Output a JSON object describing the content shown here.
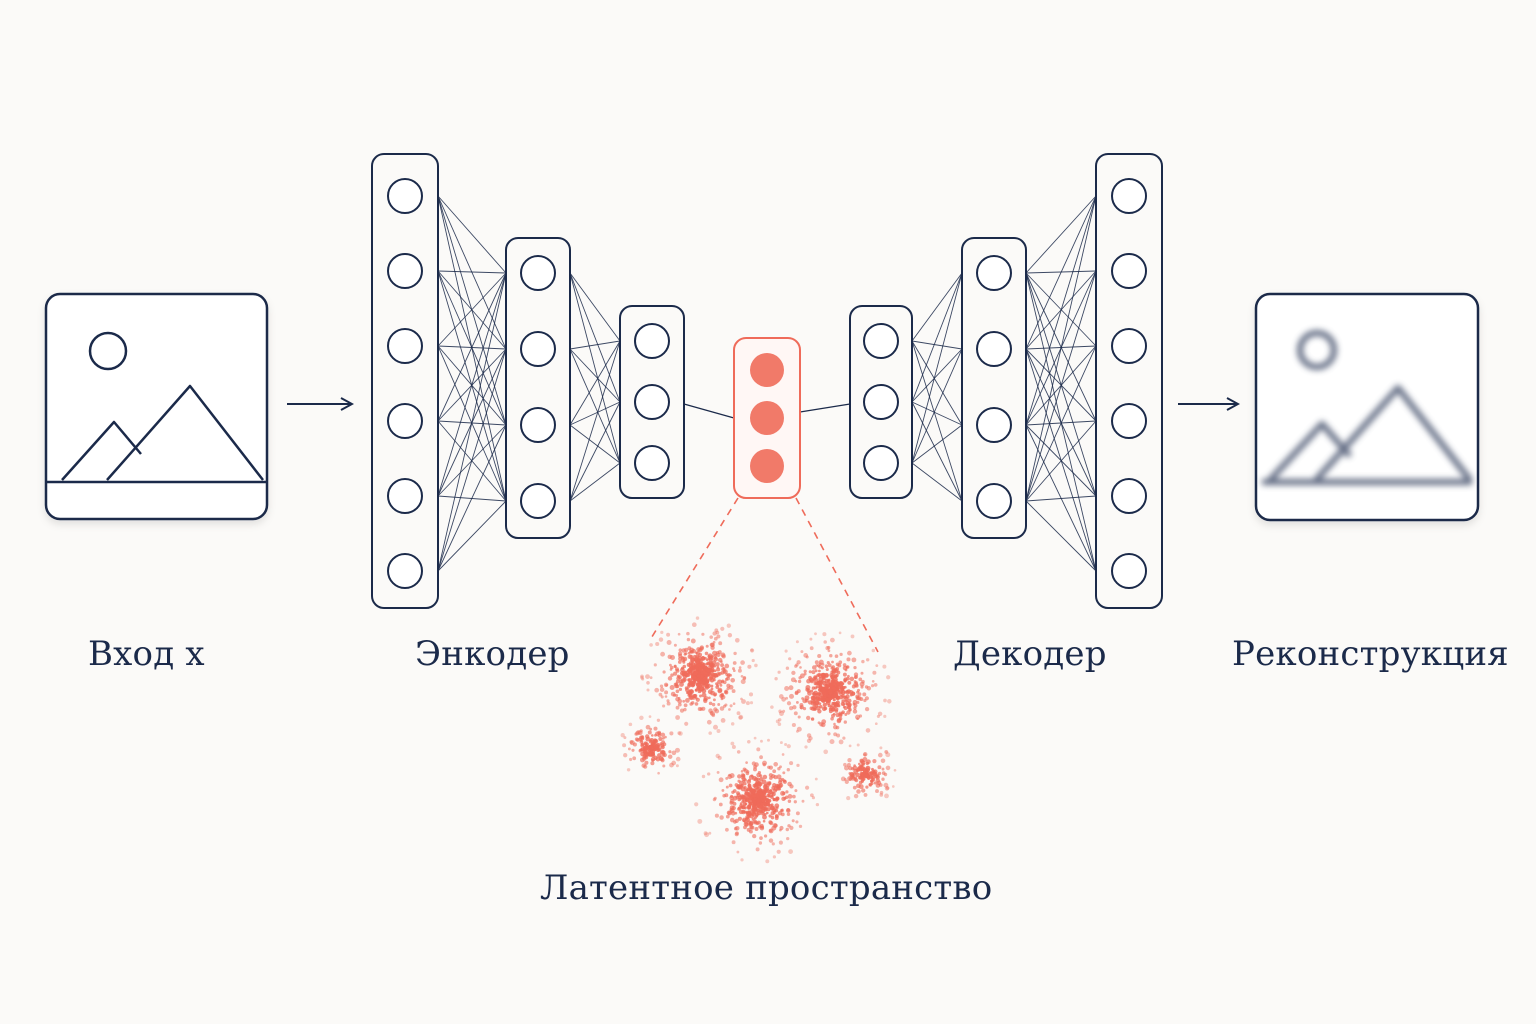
{
  "labels": {
    "input": "Вход x",
    "encoder": "Энкодер",
    "decoder": "Декодер",
    "reconstruction": "Реконструкция",
    "latent_space": "Латентное пространство"
  },
  "colors": {
    "ink": "#1b2a4a",
    "accent": "#ef6b5a",
    "background": "#fbfaf8"
  },
  "network": {
    "encoder_layer_sizes": [
      6,
      4,
      3
    ],
    "latent_size": 3,
    "decoder_layer_sizes": [
      3,
      4,
      6
    ]
  },
  "latent_clusters": 5,
  "icons": {
    "input_image": "image-landscape-icon",
    "reconstruction_image": "blurred-image-landscape-icon"
  }
}
